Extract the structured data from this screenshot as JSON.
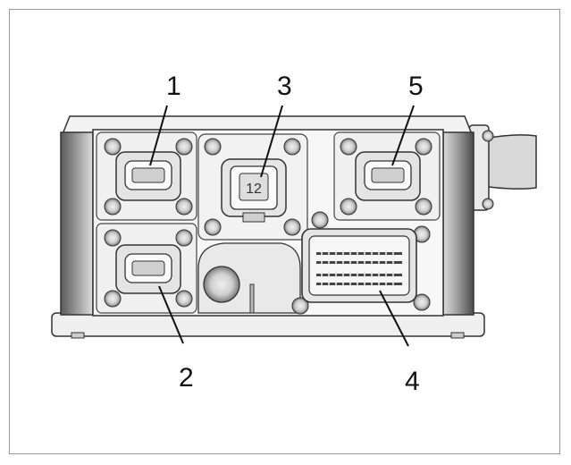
{
  "figure": {
    "callouts": [
      {
        "id": "1",
        "label": "1"
      },
      {
        "id": "2",
        "label": "2"
      },
      {
        "id": "3",
        "label": "3"
      },
      {
        "id": "4",
        "label": "4"
      },
      {
        "id": "5",
        "label": "5"
      }
    ],
    "center_connector_marking": "12"
  },
  "colors": {
    "outline": "#333333",
    "housing_light": "#f2f2f2",
    "housing_mid": "#d9d9d9",
    "housing_dark": "#8c8c8c",
    "shadow": "#4a4a4a"
  }
}
